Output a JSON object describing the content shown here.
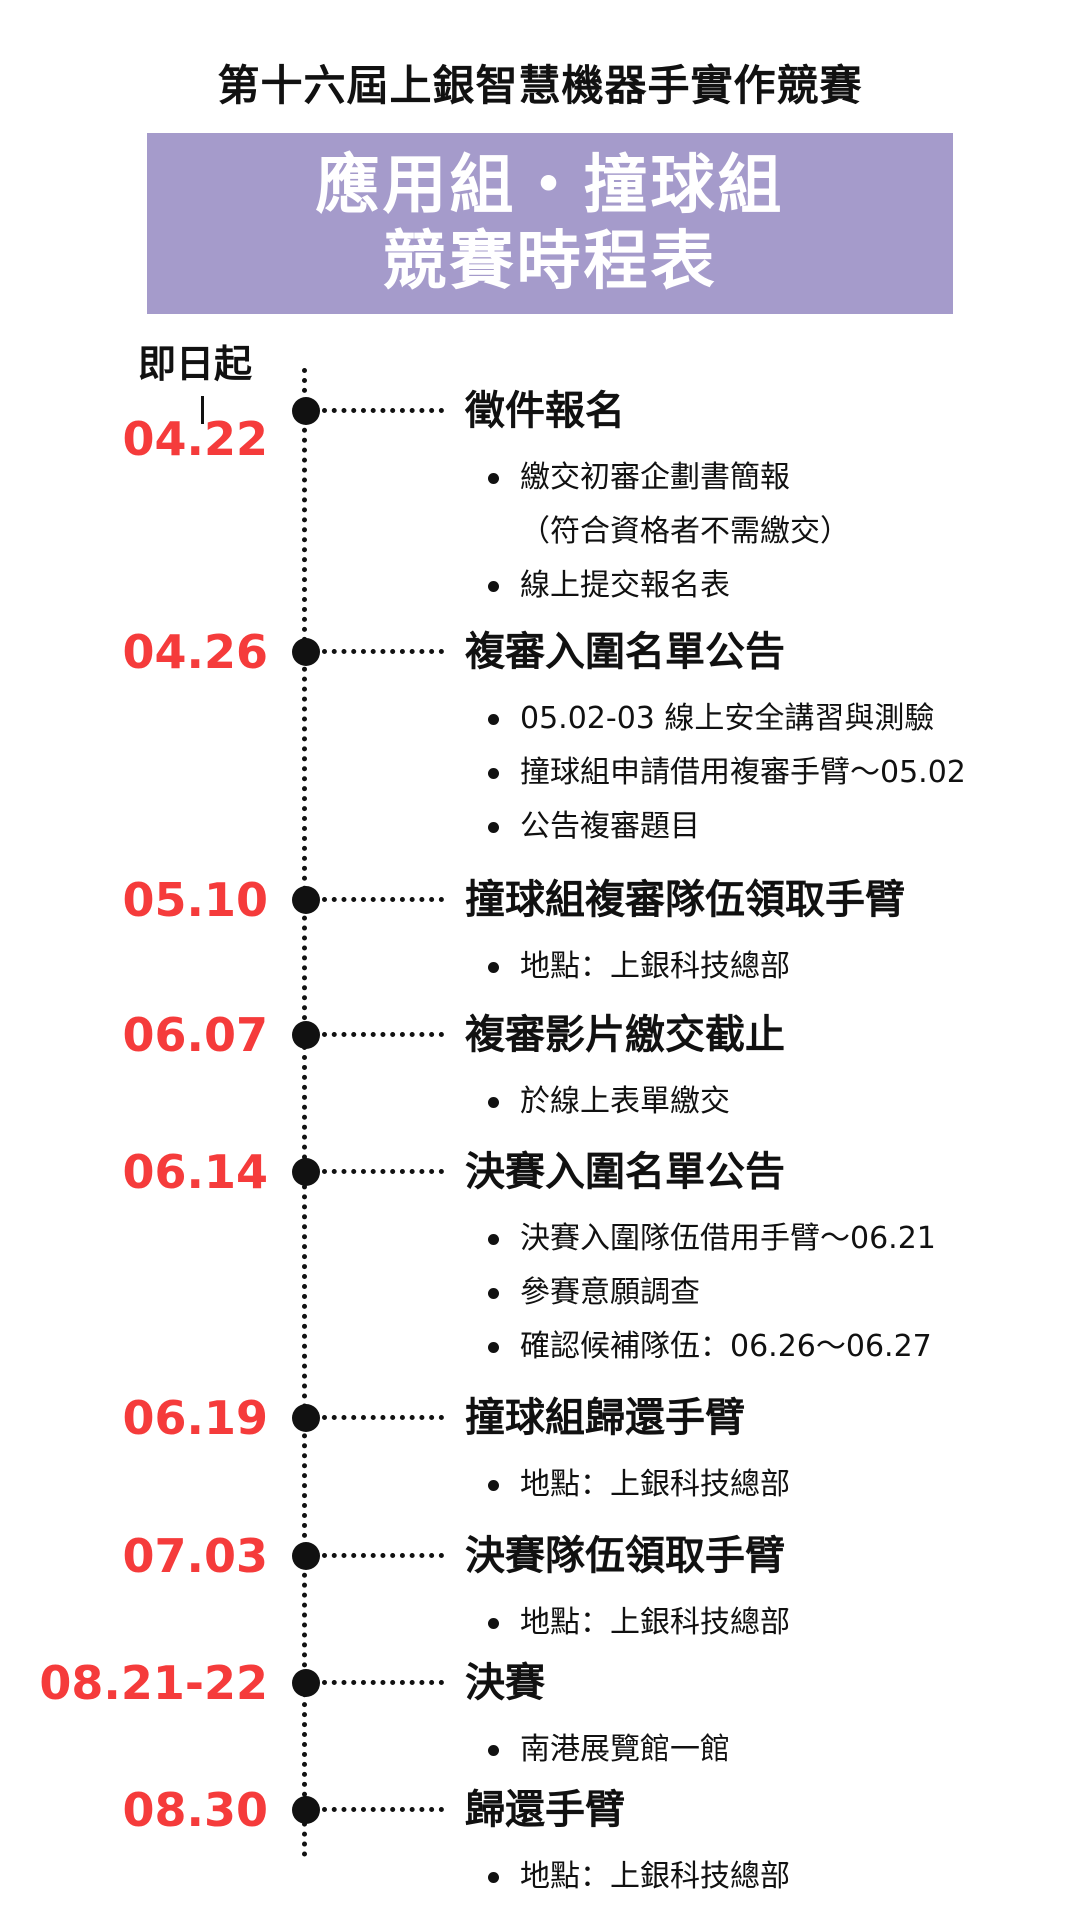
{
  "header": {
    "title": "第十六屆上銀智慧機器手實作競賽",
    "banner_line1": "應用組・撞球組",
    "banner_line2": "競賽時程表"
  },
  "start_label": "即日起",
  "events": [
    {
      "date": "04.22",
      "title": "徵件報名",
      "items": [
        "繳交初審企劃書簡報",
        "（符合資格者不需繳交）",
        "線上提交報名表"
      ]
    },
    {
      "date": "04.26",
      "title": "複審入圍名單公告",
      "items": [
        "05.02-03 線上安全講習與測驗",
        "撞球組申請借用複審手臂～05.02",
        "公告複審題目"
      ]
    },
    {
      "date": "05.10",
      "title": "撞球組複審隊伍領取手臂",
      "items": [
        "地點：上銀科技總部"
      ]
    },
    {
      "date": "06.07",
      "title": "複審影片繳交截止",
      "items": [
        "於線上表單繳交"
      ]
    },
    {
      "date": "06.14",
      "title": "決賽入圍名單公告",
      "items": [
        "決賽入圍隊伍借用手臂～06.21",
        "參賽意願調查",
        "確認候補隊伍：06.26～06.27"
      ]
    },
    {
      "date": "06.19",
      "title": "撞球組歸還手臂",
      "items": [
        "地點：上銀科技總部"
      ]
    },
    {
      "date": "07.03",
      "title": "決賽隊伍領取手臂",
      "items": [
        "地點：上銀科技總部"
      ]
    },
    {
      "date": "08.21-22",
      "title": "決賽",
      "items": [
        "南港展覽館一館"
      ]
    },
    {
      "date": "08.30",
      "title": "歸還手臂",
      "items": [
        "地點：上銀科技總部"
      ]
    }
  ]
}
